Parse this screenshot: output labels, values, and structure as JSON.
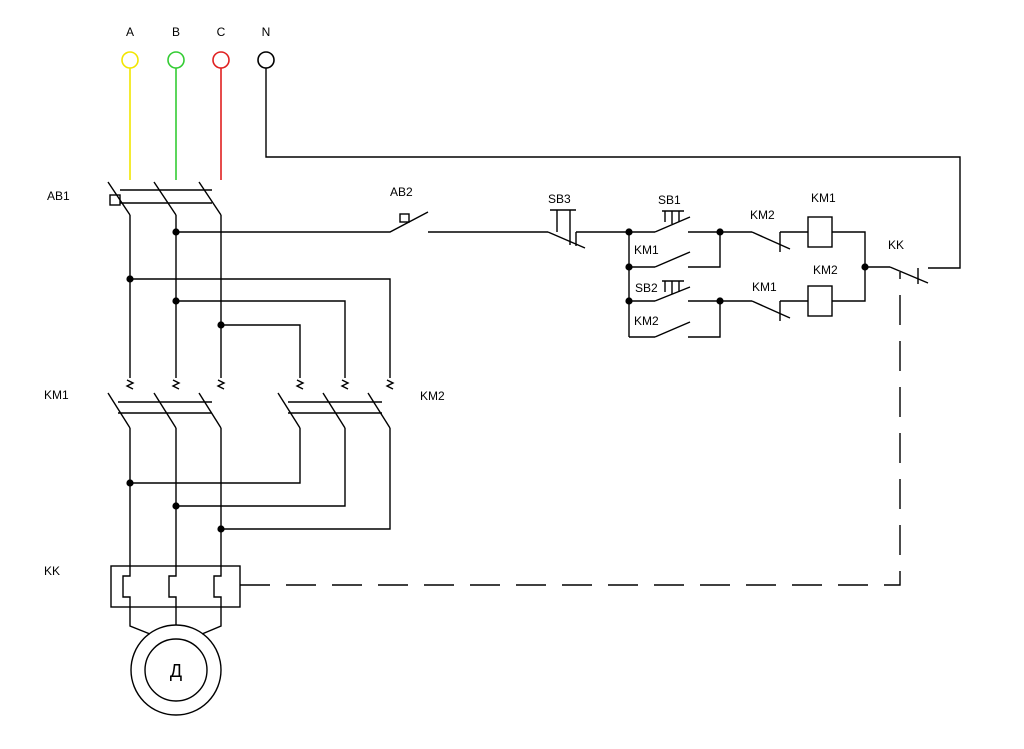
{
  "phases": [
    {
      "label": "A",
      "color": "#f2e600"
    },
    {
      "label": "B",
      "color": "#33cc33"
    },
    {
      "label": "C",
      "color": "#e02020"
    },
    {
      "label": "N",
      "color": "#000000"
    }
  ],
  "labels": {
    "ab1": "AB1",
    "ab2": "AB2",
    "km1_power": "KM1",
    "km2_power": "KM2",
    "kk_power": "KK",
    "motor": "Д",
    "sb3": "SB3",
    "sb1": "SB1",
    "sb2": "SB2",
    "km1_hold": "KM1",
    "km2_hold": "KM2",
    "km2_interlock": "KM2",
    "km1_interlock": "KM1",
    "km1_coil": "KM1",
    "km2_coil": "KM2",
    "kk_control": "KK"
  }
}
